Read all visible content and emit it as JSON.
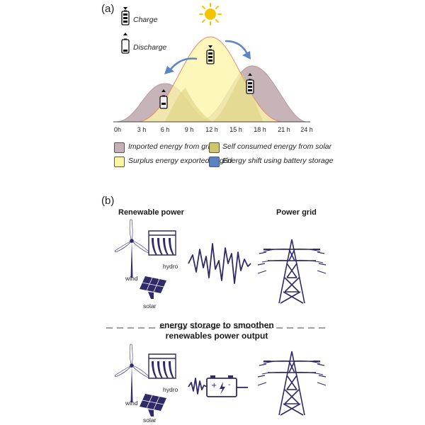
{
  "panel_a": {
    "label": "(a)",
    "charge_label": "Charge",
    "discharge_label": "Discharge",
    "ticks": [
      "0h",
      "3 h",
      "6 h",
      "9 h",
      "12 h",
      "15 h",
      "18 h",
      "21 h",
      "24 h"
    ],
    "legend": [
      {
        "label": "Imported energy from grid",
        "color": "#c3b1b6"
      },
      {
        "label": "Self consumed energy from solar",
        "color": "#cfc56f"
      },
      {
        "label": "Surplus energy exported to grid",
        "color": "#fbf6a6"
      },
      {
        "label": "Energy shift using battery storage",
        "color": "#5b82c4"
      }
    ],
    "colors": {
      "grid": "#c6b4b9",
      "solar": "#fcf5a8",
      "overlap": "#d8cf80",
      "arrow": "#5b86c3",
      "sun": "#f5c400"
    }
  },
  "panel_b": {
    "label": "(b)",
    "renewable_title": "Renewable power",
    "grid_title": "Power grid",
    "middle_text_line1": "energy storage to smoothen",
    "middle_text_line2": "renewables power output",
    "wind_label": "wind",
    "hydro_label": "hydro",
    "solar_label": "solar",
    "ink_color": "#2f2a68"
  }
}
